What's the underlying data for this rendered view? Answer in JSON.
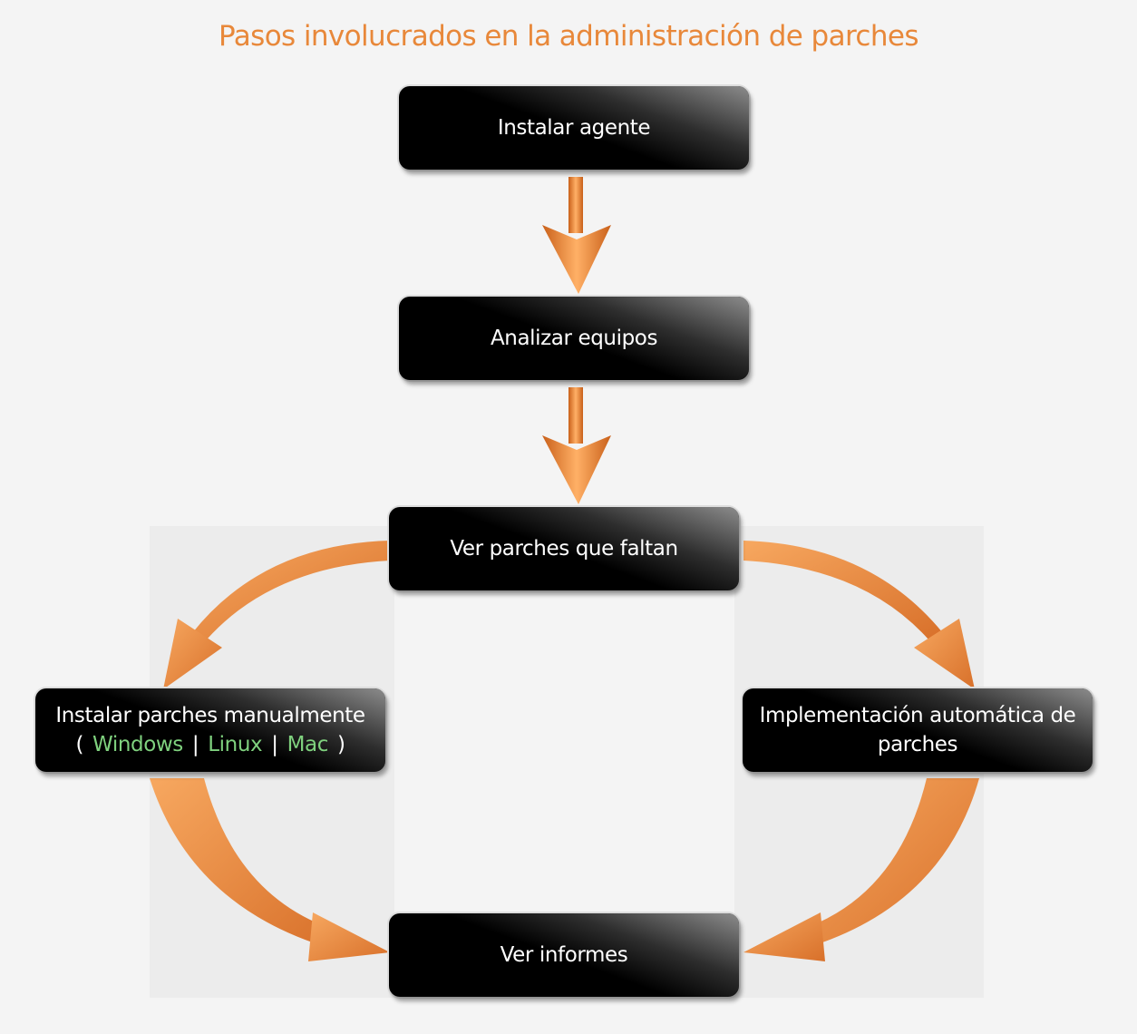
{
  "title": "Pasos involucrados en la administración de parches",
  "colors": {
    "title": "#e8883a",
    "arrow": "#e8883a",
    "box": "#000000",
    "box_text": "#ffffff",
    "link": "#7fd17e"
  },
  "steps": {
    "install_agent": "Instalar agente",
    "scan_systems": "Analizar equipos",
    "view_missing": "Ver parches que faltan",
    "manual_install": "Instalar parches manualmente",
    "auto_deploy": "Implementación automática de parches",
    "view_reports": "Ver informes"
  },
  "os_links": {
    "open": "(",
    "windows": "Windows",
    "sep1": "|",
    "linux": "Linux",
    "sep2": "|",
    "mac": "Mac",
    "close": ")"
  }
}
